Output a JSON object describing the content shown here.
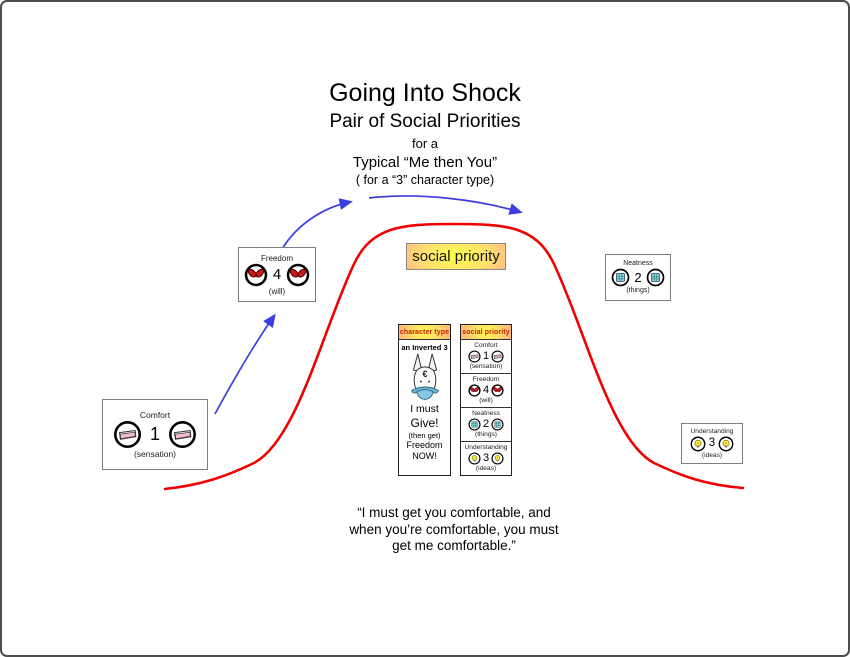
{
  "title": {
    "line1": "Going Into Shock",
    "line2": "Pair of Social Priorities",
    "line3": "for a",
    "line4": "Typical “Me then You”",
    "line5": "( for a “3” character type)"
  },
  "curve_label": {
    "text": "social priority"
  },
  "boxes": {
    "comfort": {
      "label": "Comfort",
      "number": "1",
      "sublabel": "(sensation)",
      "icon": "bed-icon"
    },
    "freedom": {
      "label": "Freedom",
      "number": "4",
      "sublabel": "(will)",
      "icon": "butterfly-icon"
    },
    "neatness": {
      "label": "Neatness",
      "number": "2",
      "sublabel": "(things)",
      "icon": "grid-box-icon"
    },
    "understanding": {
      "label": "Understanding",
      "number": "3",
      "sublabel": "(ideas)",
      "icon": "lightbulb-icon"
    }
  },
  "table": {
    "left": {
      "header": "character type",
      "subject": "an Inverted 3",
      "image": "donkey-with-cap",
      "lines": [
        "I must",
        "Give!",
        "(then get)",
        "Freedom",
        "NOW!"
      ]
    },
    "right": {
      "header": "social priority",
      "rows": [
        {
          "label": "Comfort",
          "number": "1",
          "sublabel": "(sensation)",
          "icon": "bed-icon"
        },
        {
          "label": "Freedom",
          "number": "4",
          "sublabel": "(will)",
          "icon": "butterfly-icon"
        },
        {
          "label": "Neatness",
          "number": "2",
          "sublabel": "(things)",
          "icon": "grid-box-icon"
        },
        {
          "label": "Understanding",
          "number": "3",
          "sublabel": "(ideas)",
          "icon": "lightbulb-icon"
        }
      ]
    }
  },
  "quote": {
    "line1": "“I must get you comfortable, and",
    "line2": "when you’re comfortable, you must",
    "line3": "get me comfortable.”"
  },
  "colors": {
    "curve_red": "#f20000",
    "arrow_blue": "#3d3de0",
    "gradient_yellow": "#ffff4e",
    "gradient_pink": "#ffa095",
    "header_text_red": "#c52200",
    "bed_pink": "#f5b9d0",
    "butterfly_red": "#cf1717",
    "grid_cyan": "#8fd8e4",
    "bulb_yellow": "#ffe73c",
    "cap_blue": "#69b4d9"
  }
}
